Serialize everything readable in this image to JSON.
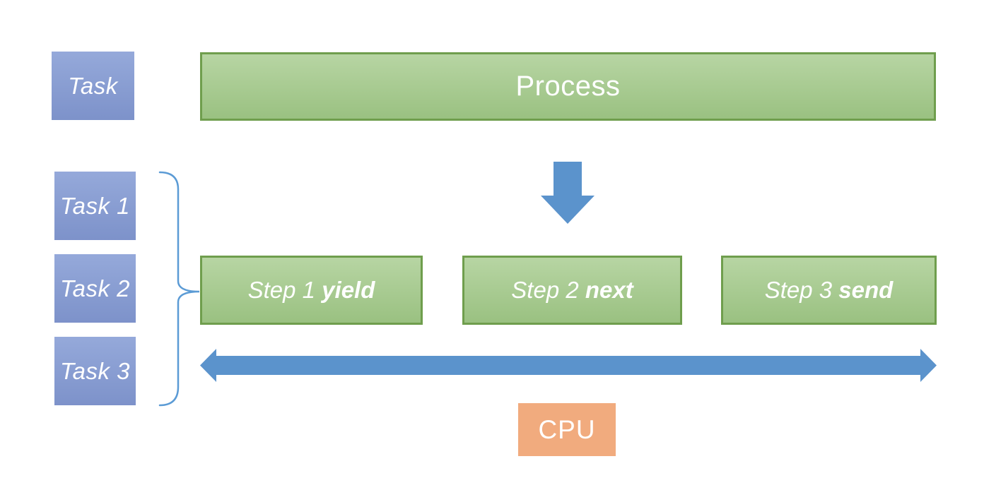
{
  "colors": {
    "background": "#ffffff",
    "blue_box_top": "#95a9da",
    "blue_box_bottom": "#7d92ca",
    "green_fill_top": "#b7d5a3",
    "green_fill_bottom": "#9ac181",
    "green_border": "#6f9e4d",
    "arrow_blue": "#5b93cc",
    "brace_blue": "#5b9bd5",
    "cpu_orange": "#f1ab7e",
    "label_text": "#ffffff"
  },
  "diagram": {
    "task_legend": {
      "label": "Task"
    },
    "process": {
      "label": "Process"
    },
    "tasks": [
      {
        "label": "Task 1"
      },
      {
        "label": "Task 2"
      },
      {
        "label": "Task 3"
      }
    ],
    "steps": [
      {
        "prefix": "Step 1 ",
        "keyword": "yield"
      },
      {
        "prefix": "Step 2 ",
        "keyword": "next"
      },
      {
        "prefix": "Step 3 ",
        "keyword": "send"
      }
    ],
    "cpu": {
      "label": "CPU"
    }
  }
}
